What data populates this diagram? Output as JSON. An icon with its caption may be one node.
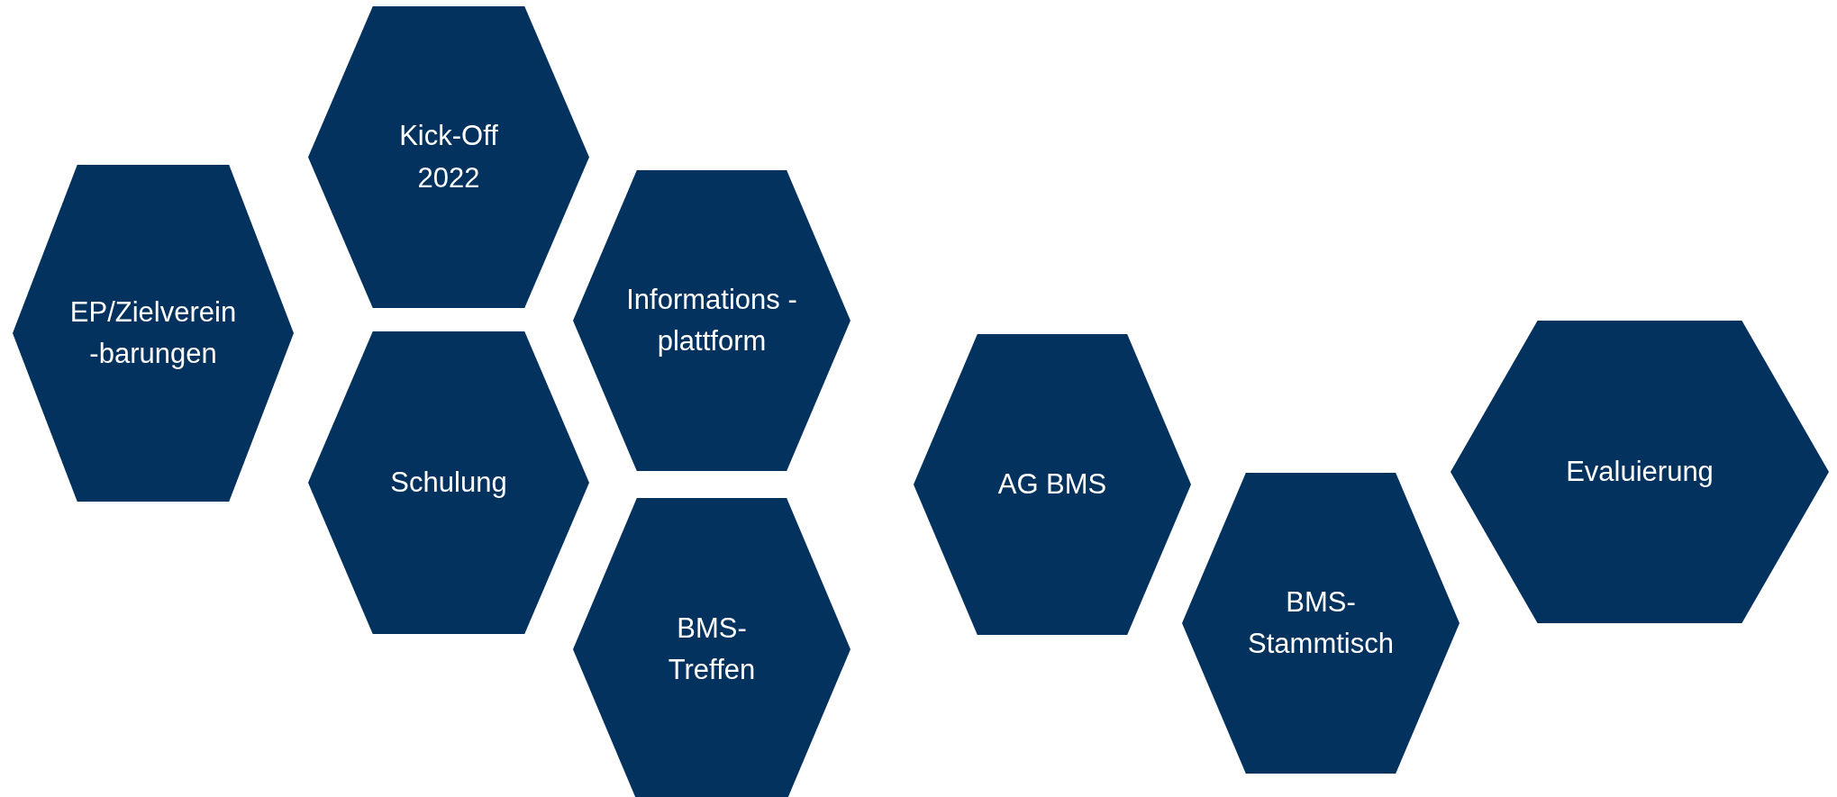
{
  "diagram": {
    "nodes": [
      {
        "text": [
          "EP/Zielverein -barungen"
        ]
      },
      {
        "text": [
          "Kick-Off 2022"
        ]
      },
      {
        "text": [
          "Schulung"
        ]
      },
      {
        "text": [
          "Informations -plattform"
        ]
      },
      {
        "text": [
          "BMS- Treffen"
        ]
      },
      {
        "text": [
          "AG BMS"
        ]
      },
      {
        "text": [
          "BMS- Stammtisch"
        ]
      },
      {
        "text": [
          "Evaluierung"
        ]
      }
    ]
  }
}
